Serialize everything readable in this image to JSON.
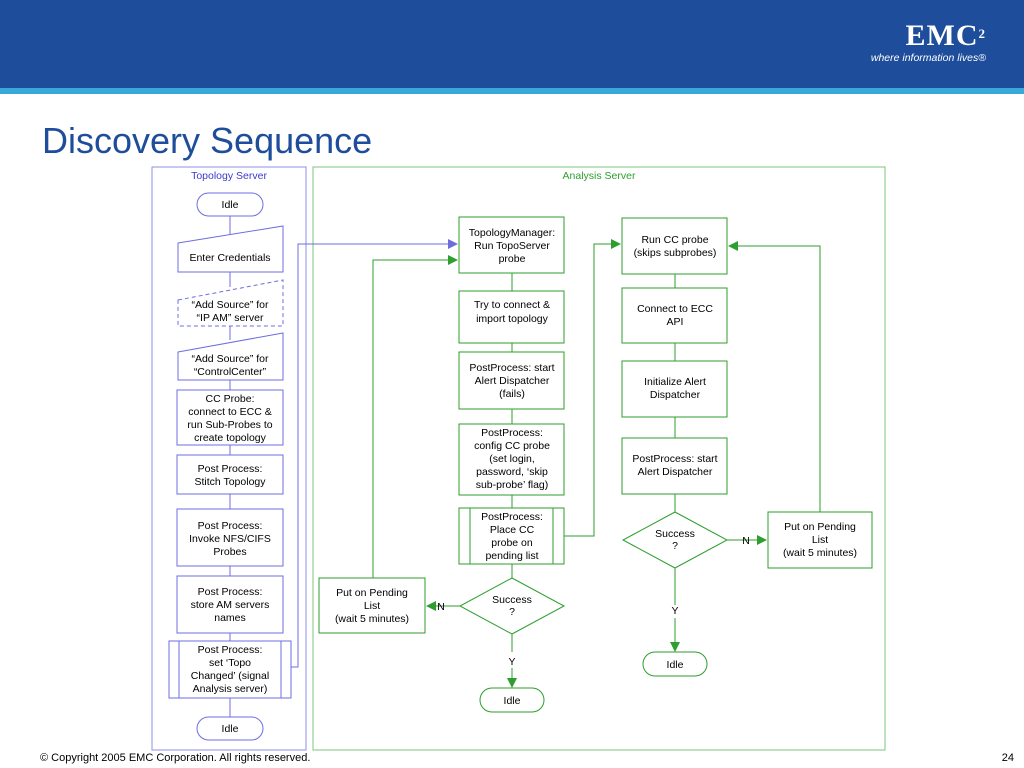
{
  "slide_title": "Discovery Sequence",
  "logo": {
    "brand": "EMC",
    "sup": "2",
    "tagline": "where information lives",
    "tagline_mark": "®"
  },
  "footer": {
    "copyright": "© Copyright 2005 EMC Corporation. All rights reserved.",
    "page": "24"
  },
  "colors": {
    "header": "#1e4d9b",
    "accent": "#3aa9d9",
    "topology_lane": "#6d6de0",
    "analysis_lane": "#5cb85c",
    "arrow_green": "#2e9e2e"
  },
  "topology": {
    "label": "Topology Server",
    "idle_top": "Idle",
    "enter_credentials": "Enter Credentials",
    "add_source_ipam": [
      "“Add Source” for",
      "“IP AM” server"
    ],
    "add_source_cc": [
      "“Add Source” for",
      "“ControlCenter”"
    ],
    "cc_probe": [
      "CC Probe:",
      "connect to ECC &",
      "run Sub-Probes to",
      "create topology"
    ],
    "post_stitch": [
      "Post Process:",
      "Stitch Topology"
    ],
    "post_nfs": [
      "Post Process:",
      "Invoke NFS/CIFS",
      "Probes"
    ],
    "post_store": [
      "Post Process:",
      "store AM servers",
      "names"
    ],
    "post_topo_changed": [
      "Post Process:",
      "set ‘Topo",
      "Changed’ (signal",
      "Analysis server)"
    ],
    "idle_bottom": "Idle"
  },
  "analysis": {
    "label": "Analysis Server",
    "topo_manager": [
      "TopologyManager:",
      "Run TopoServer",
      "probe"
    ],
    "try_connect": [
      "Try to connect &",
      "import topology"
    ],
    "post_alert_fails": [
      "PostProcess: start",
      "Alert Dispatcher",
      "(fails)"
    ],
    "post_config_cc": [
      "PostProcess:",
      "config CC probe",
      "(set login,",
      "password, ‘skip",
      "sub-probe’ flag)"
    ],
    "post_place_cc": [
      "PostProcess:",
      "Place CC",
      "probe on",
      "pending list"
    ],
    "pending_left": [
      "Put on Pending",
      "List",
      "(wait 5 minutes)"
    ],
    "success_left": [
      "Success",
      "?"
    ],
    "n_left": "N",
    "y_left": "Y",
    "idle_left": "Idle",
    "run_cc": [
      "Run CC probe",
      "(skips subprobes)"
    ],
    "connect_ecc": [
      "Connect to ECC",
      "API"
    ],
    "init_alert": [
      "Initialize Alert",
      "Dispatcher"
    ],
    "post_start_alert": [
      "PostProcess: start",
      "Alert Dispatcher"
    ],
    "success_right": [
      "Success",
      "?"
    ],
    "n_right": "N",
    "y_right": "Y",
    "pending_right": [
      "Put on Pending",
      "List",
      "(wait 5 minutes)"
    ],
    "idle_right": "Idle"
  }
}
